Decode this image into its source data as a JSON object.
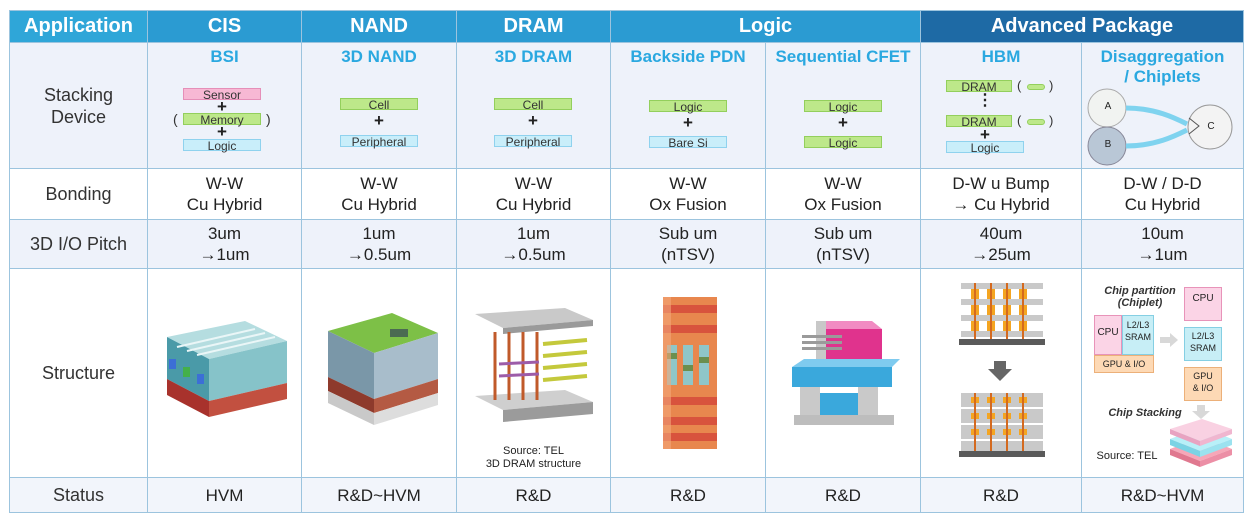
{
  "header": {
    "application": "Application",
    "cis": "CIS",
    "nand": "NAND",
    "dram": "DRAM",
    "logic": "Logic",
    "advanced_package": "Advanced Package"
  },
  "rows": {
    "stacking_device": "Stacking\nDevice",
    "bonding": "Bonding",
    "pitch": "3D I/O Pitch",
    "structure": "Structure",
    "status": "Status"
  },
  "stacking": {
    "bsi": {
      "title": "BSI",
      "sensor": "Sensor",
      "memory": "Memory",
      "logic": "Logic",
      "plus": "+",
      "open": "(",
      "close": ")"
    },
    "nand3d": {
      "title": "3D NAND",
      "cell": "Cell",
      "peripheral": "Peripheral",
      "plus": "+"
    },
    "dram3d": {
      "title": "3D DRAM",
      "cell": "Cell",
      "peripheral": "Peripheral",
      "plus": "+"
    },
    "pdn": {
      "title": "Backside PDN",
      "logic": "Logic",
      "bare_si": "Bare Si",
      "plus": "+"
    },
    "cfet": {
      "title": "Sequential CFET",
      "logic1": "Logic",
      "logic2": "Logic",
      "plus": "+"
    },
    "hbm": {
      "title": "HBM",
      "dram1": "DRAM",
      "dram2": "DRAM",
      "logic": "Logic",
      "plus": "+",
      "dots": "⋮"
    },
    "chiplet": {
      "title": "Disaggregation\n/ Chiplets",
      "a": "A",
      "b": "B",
      "c": "C"
    }
  },
  "bonding": [
    "W-W\nCu Hybrid",
    "W-W\nCu Hybrid",
    "W-W\nCu Hybrid",
    "W-W\nOx Fusion",
    "W-W\nOx Fusion",
    "D-W u Bump\n→ Cu Hybrid",
    "D-W / D-D\nCu Hybrid"
  ],
  "pitch": [
    "3um\n→1um",
    "1um\n→0.5um",
    "1um\n→0.5um",
    "Sub um\n(nTSV)",
    "Sub um\n(nTSV)",
    "40um\n→25um",
    "10um\n→1um"
  ],
  "structure": {
    "dram_source": "Source: TEL\n3D DRAM structure",
    "chip_partition": "Chip partition\n(Chiplet)",
    "cpu": "CPU",
    "l2l3": "L2/L3\nSRAM",
    "gpu_io": "GPU & I/O",
    "cpu_r": "CPU",
    "l2l3_r": "L2/L3\nSRAM",
    "gpu_io_r": "GPU\n& I/O",
    "chip_stacking": "Chip Stacking",
    "tel_source": "Source: TEL"
  },
  "status": [
    "HVM",
    "R&D~HVM",
    "R&D",
    "R&D",
    "R&D",
    "R&D",
    "R&D~HVM"
  ],
  "colors": {
    "header_blue": "#2b9bd2",
    "header_dark": "#1e6aa5",
    "title_cyan": "#2aa8e0",
    "row_tint": "#eef2fa"
  }
}
